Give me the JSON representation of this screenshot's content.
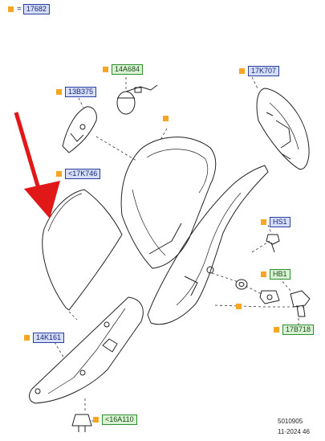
{
  "legend": {
    "eq": "=",
    "code": "17682"
  },
  "tags": {
    "mirror_glass": "<17K746",
    "motor": "14A684",
    "cover_small": "13B375",
    "cap": "17K707",
    "screw_hs1": "HS1",
    "nut_hb1": "HB1",
    "bolt": "17B718",
    "panel": "14K161",
    "clip": "<16A110"
  },
  "footer": {
    "drawing_no": "5010905",
    "date": "11-2024 46"
  },
  "colors": {
    "marker": "#f5a623",
    "tag_blue_bg": "#d6ddf7",
    "tag_green_bg": "#d9f2d3",
    "arrow": "#e01818"
  }
}
